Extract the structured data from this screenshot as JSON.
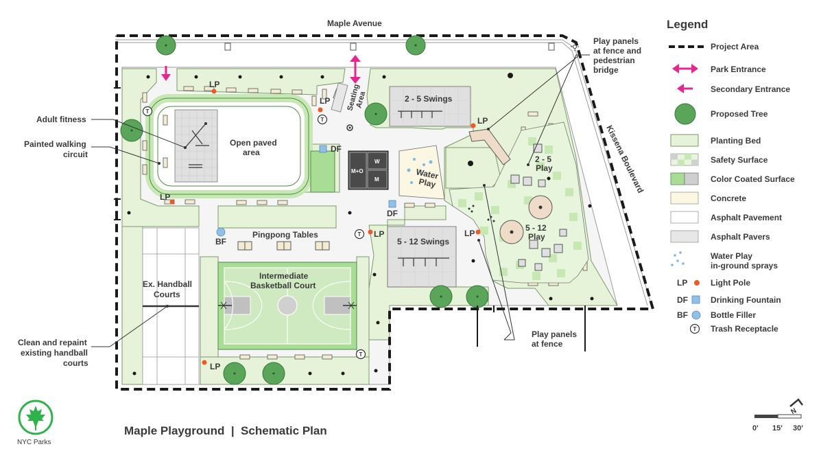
{
  "title": "Maple Playground  |  Schematic Plan",
  "logo": {
    "icon": "maple-leaf-icon",
    "text": "NYC Parks",
    "color": "#2db34a"
  },
  "streets": {
    "north": "Maple Avenue",
    "east": "Kissena Boulevard"
  },
  "areas": {
    "open_paved": [
      "Open paved",
      "area"
    ],
    "seating": [
      "Seating",
      "Area"
    ],
    "swings_2_5": "2 - 5 Swings",
    "swings_5_12": "5 - 12 Swings",
    "play_2_5": [
      "2 - 5",
      "Play"
    ],
    "play_5_12": [
      "5 - 12",
      "Play"
    ],
    "water_play": [
      "Water",
      "Play"
    ],
    "pingpong": "Pingpong Tables",
    "basketball": [
      "Intermediate",
      "Basketball Court"
    ],
    "handball": [
      "Ex. Handball",
      "Courts"
    ],
    "comfort_station": {
      "m_o": "M+O",
      "w": "W",
      "m": "M"
    }
  },
  "callouts": {
    "adult_fitness": "Adult fitness",
    "walking_circuit": [
      "Painted walking",
      "circuit"
    ],
    "handball_note": [
      "Clean and repaint",
      "existing handball",
      "courts"
    ],
    "play_panels_bridge": [
      "Play panels",
      "at fence and",
      "pedestrian",
      "bridge"
    ],
    "play_panels_fence": [
      "Play panels",
      "at fence"
    ]
  },
  "markers": {
    "lp": "LP",
    "df": "DF",
    "bf": "BF",
    "trash": "T"
  },
  "legend": {
    "title": "Legend",
    "items": [
      {
        "key": "project_area",
        "label": "Project Area"
      },
      {
        "key": "park_entrance",
        "label": "Park Entrance"
      },
      {
        "key": "secondary_entrance",
        "label": "Secondary Entrance"
      },
      {
        "key": "proposed_tree",
        "label": "Proposed Tree"
      },
      {
        "key": "planting_bed",
        "label": "Planting Bed"
      },
      {
        "key": "safety_surface",
        "label": "Safety Surface"
      },
      {
        "key": "color_coated",
        "label": "Color Coated Surface"
      },
      {
        "key": "concrete",
        "label": "Concrete"
      },
      {
        "key": "asphalt_pavement",
        "label": "Asphalt Pavement"
      },
      {
        "key": "asphalt_pavers",
        "label": "Asphalt Pavers"
      },
      {
        "key": "water_play",
        "label": [
          "Water Play",
          "in-ground sprays"
        ]
      },
      {
        "key": "light_pole",
        "label": "Light Pole",
        "abbr": "LP"
      },
      {
        "key": "drinking_fountain",
        "label": "Drinking Fountain",
        "abbr": "DF"
      },
      {
        "key": "bottle_filler",
        "label": "Bottle Filler",
        "abbr": "BF"
      },
      {
        "key": "trash",
        "label": "Trash Receptacle",
        "abbr": "T"
      }
    ]
  },
  "scale": {
    "labels": [
      "0'",
      "15'",
      "30'"
    ],
    "north_letter": "N"
  },
  "colors": {
    "planting": "#e6f3d8",
    "planting_stroke": "#7a9a6a",
    "tree": "#5aa55a",
    "tree_dark": "#2f7a34",
    "entrance": "#e4268f",
    "light_pole": "#ec5a2a",
    "fountain": "#8fc1e8",
    "court_green": "#a9dc95",
    "safety_green": "#c7e8b2",
    "concrete": "#fbf7e3",
    "paver": "#e7e7e7",
    "comfort": "#4a4a4a"
  }
}
